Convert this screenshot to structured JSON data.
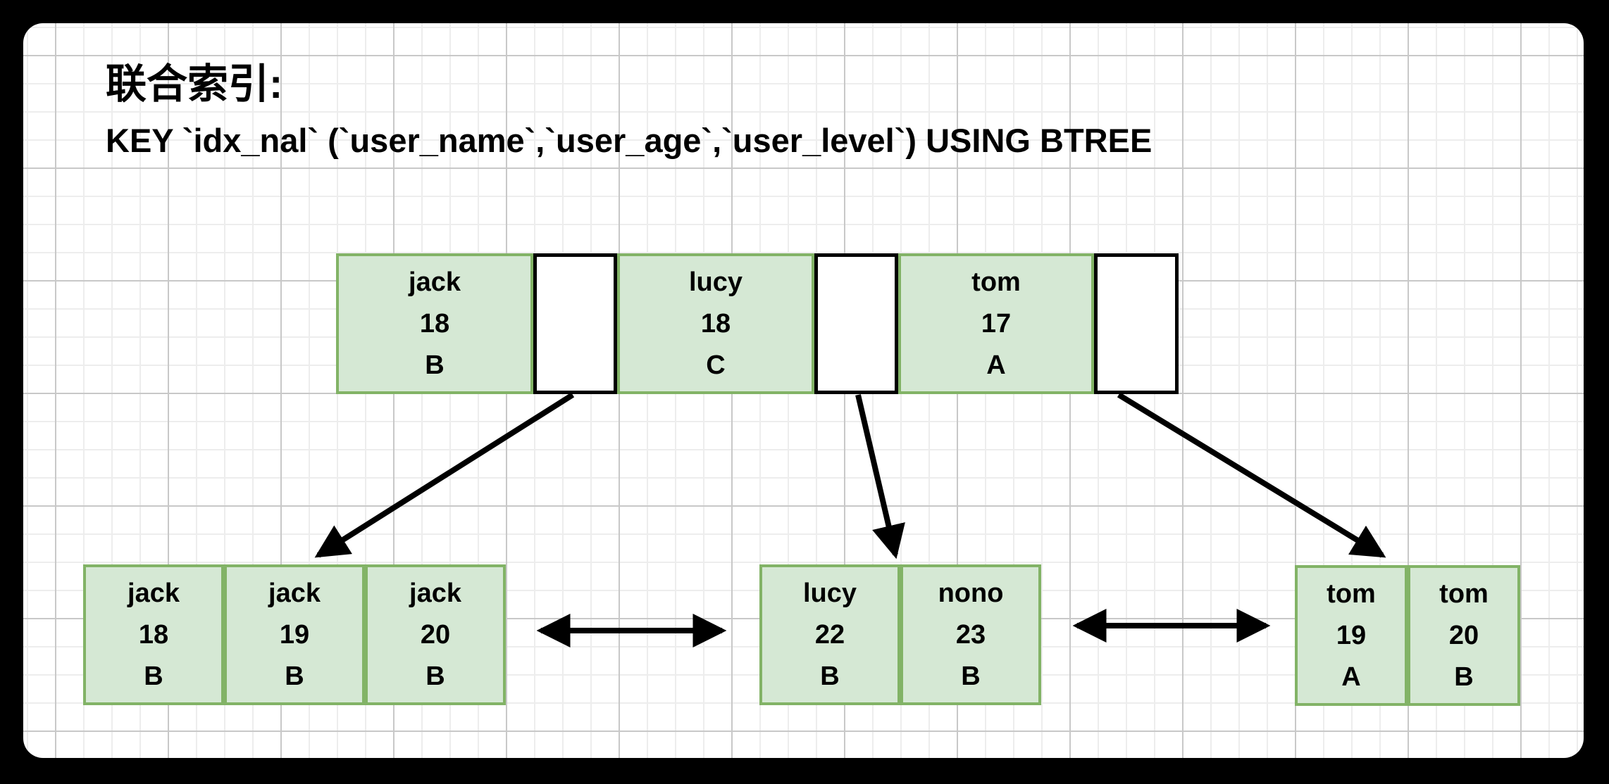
{
  "title": {
    "line1": "联合索引:",
    "line2": "KEY `idx_nal` (`user_name`,`user_age`,`user_level`) USING BTREE"
  },
  "colors": {
    "cell_fill": "#d5e8d4",
    "cell_border": "#82b366",
    "pointer_border": "#000000",
    "arrow": "#000000",
    "canvas_background": "#ffffff",
    "frame": "#000000",
    "grid_minor": "#ededed",
    "grid_major": "#c8c8c8"
  },
  "tree": {
    "root": {
      "entries": [
        {
          "name": "jack",
          "age": "18",
          "level": "B"
        },
        {
          "name": "lucy",
          "age": "18",
          "level": "C"
        },
        {
          "name": "tom",
          "age": "17",
          "level": "A"
        }
      ]
    },
    "leaves": [
      {
        "entries": [
          {
            "name": "jack",
            "age": "18",
            "level": "B"
          },
          {
            "name": "jack",
            "age": "19",
            "level": "B"
          },
          {
            "name": "jack",
            "age": "20",
            "level": "B"
          }
        ]
      },
      {
        "entries": [
          {
            "name": "lucy",
            "age": "22",
            "level": "B"
          },
          {
            "name": "nono",
            "age": "23",
            "level": "B"
          }
        ]
      },
      {
        "entries": [
          {
            "name": "tom",
            "age": "19",
            "level": "A"
          },
          {
            "name": "tom",
            "age": "20",
            "level": "B"
          }
        ]
      }
    ]
  }
}
